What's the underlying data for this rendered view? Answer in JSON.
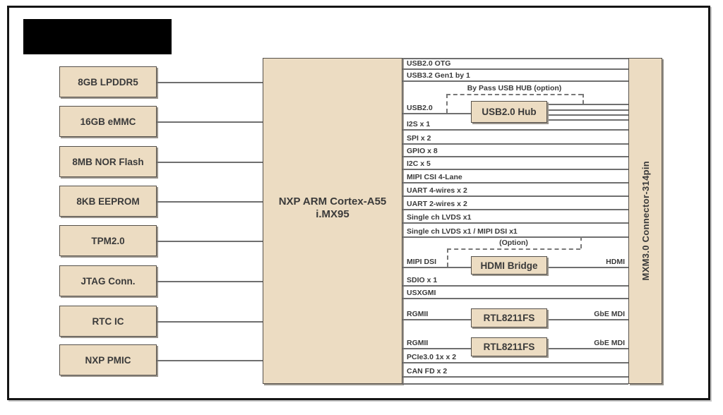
{
  "colors": {
    "box_fill": "#ecdcc2",
    "box_border": "#55504a",
    "line": "#6f6f6f",
    "text": "#3a3a3a",
    "frame": "#151515",
    "logo_fill": "#000000"
  },
  "cpu": {
    "line1": "NXP ARM Cortex-A55",
    "line2": "i.MX95"
  },
  "connector": {
    "label": "MXM3.0 Connector-314pin"
  },
  "left_boxes": [
    {
      "label": "8GB LPDDR5"
    },
    {
      "label": "16GB eMMC"
    },
    {
      "label": "8MB NOR Flash"
    },
    {
      "label": "8KB EEPROM"
    },
    {
      "label": "TPM2.0"
    },
    {
      "label": "JTAG Conn."
    },
    {
      "label": "RTC IC"
    },
    {
      "label": "NXP PMIC"
    }
  ],
  "signals": [
    {
      "label": "USB2.0 OTG"
    },
    {
      "label": "USB3.2 Gen1 by 1"
    },
    {
      "label": "USB2.0"
    },
    {
      "label": "I2S x 1"
    },
    {
      "label": "SPI x 2"
    },
    {
      "label": "GPIO x 8"
    },
    {
      "label": "I2C x 5"
    },
    {
      "label": "MIPI CSI 4-Lane"
    },
    {
      "label": "UART 4-wires x 2"
    },
    {
      "label": "UART 2-wires x 2"
    },
    {
      "label": "Single ch LVDS x1"
    },
    {
      "label": "Single ch LVDS x1 / MIPI DSI x1"
    },
    {
      "label": "MIPI DSI"
    },
    {
      "label": "SDIO x 1"
    },
    {
      "label": "USXGMI"
    },
    {
      "label": "RGMII"
    },
    {
      "label": "RGMII"
    },
    {
      "label": "PCIe3.0 1x  x 2"
    },
    {
      "label": "CAN FD x 2"
    }
  ],
  "usb_hub": {
    "label": "USB2.0 Hub",
    "note": "By Pass USB HUB (option)"
  },
  "hdmi_bridge": {
    "label": "HDMI Bridge",
    "note": "(Option)",
    "output_label": "HDMI"
  },
  "phy1": {
    "label": "RTL8211FS",
    "output_label": "GbE MDI"
  },
  "phy2": {
    "label": "RTL8211FS",
    "output_label": "GbE MDI"
  }
}
